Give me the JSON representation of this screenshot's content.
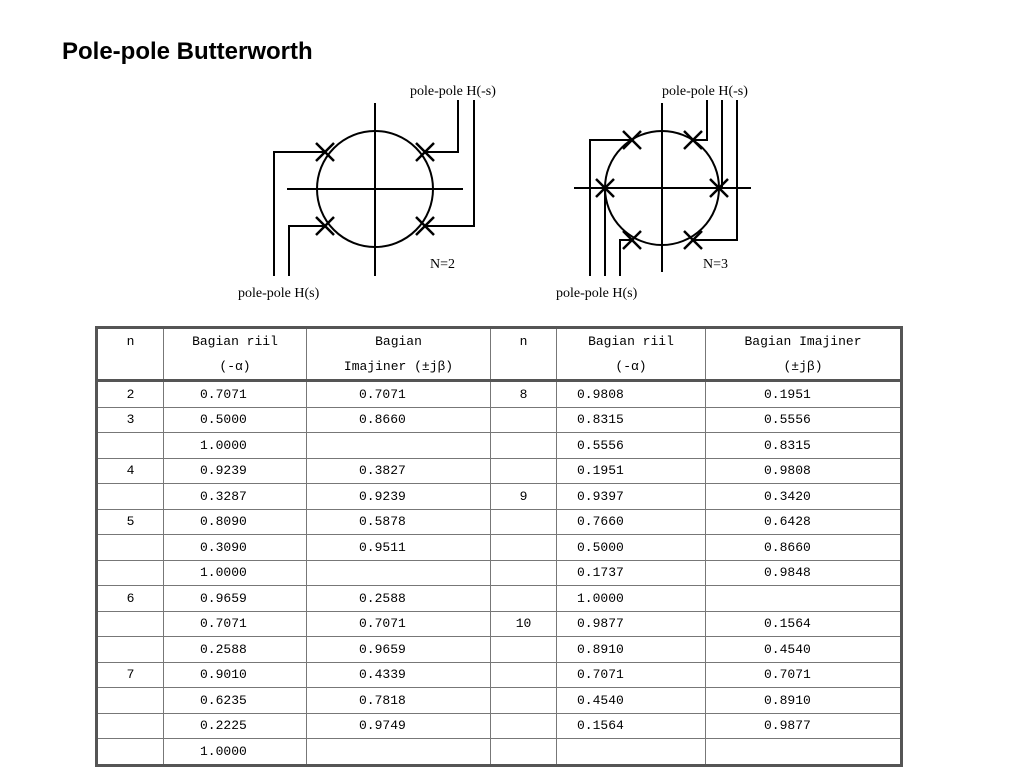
{
  "title": "Pole-pole Butterworth",
  "diagram": {
    "left": {
      "label_top": "pole-pole H(-s)",
      "label_bottom": "pole-pole H(s)",
      "order_label": "N=2"
    },
    "right": {
      "label_top": "pole-pole H(-s)",
      "label_bottom": "pole-pole H(s)",
      "order_label": "N=3"
    }
  },
  "table": {
    "headers": {
      "n": "n",
      "real_line1": "Bagian riil",
      "real_line2": "(-α)",
      "imag_line1": "Bagian",
      "imag_line2": "Imajiner (±jβ)",
      "n2": "n",
      "real2_line1": "Bagian riil",
      "real2_line2": "(-α)",
      "imag2_line1": "Bagian Imajiner",
      "imag2_line2": "(±jβ)"
    },
    "rows": [
      {
        "n": "2",
        "re": "0.7071",
        "im": "0.7071",
        "n2": "8",
        "re2": "0.9808",
        "im2": "0.1951"
      },
      {
        "n": "3",
        "re": "0.5000",
        "im": "0.8660",
        "n2": "",
        "re2": "0.8315",
        "im2": "0.5556"
      },
      {
        "n": "",
        "re": "1.0000",
        "im": "",
        "n2": "",
        "re2": "0.5556",
        "im2": "0.8315"
      },
      {
        "n": "4",
        "re": "0.9239",
        "im": "0.3827",
        "n2": "",
        "re2": "0.1951",
        "im2": "0.9808"
      },
      {
        "n": "",
        "re": "0.3287",
        "im": "0.9239",
        "n2": "9",
        "re2": "0.9397",
        "im2": "0.3420"
      },
      {
        "n": "5",
        "re": "0.8090",
        "im": "0.5878",
        "n2": "",
        "re2": "0.7660",
        "im2": "0.6428"
      },
      {
        "n": "",
        "re": "0.3090",
        "im": "0.9511",
        "n2": "",
        "re2": "0.5000",
        "im2": "0.8660"
      },
      {
        "n": "",
        "re": "1.0000",
        "im": "",
        "n2": "",
        "re2": "0.1737",
        "im2": "0.9848"
      },
      {
        "n": "6",
        "re": "0.9659",
        "im": "0.2588",
        "n2": "",
        "re2": "1.0000",
        "im2": ""
      },
      {
        "n": "",
        "re": "0.7071",
        "im": "0.7071",
        "n2": "10",
        "re2": "0.9877",
        "im2": "0.1564"
      },
      {
        "n": "",
        "re": "0.2588",
        "im": "0.9659",
        "n2": "",
        "re2": "0.8910",
        "im2": "0.4540"
      },
      {
        "n": "7",
        "re": "0.9010",
        "im": "0.4339",
        "n2": "",
        "re2": "0.7071",
        "im2": "0.7071"
      },
      {
        "n": "",
        "re": "0.6235",
        "im": "0.7818",
        "n2": "",
        "re2": "0.4540",
        "im2": "0.8910"
      },
      {
        "n": "",
        "re": "0.2225",
        "im": "0.9749",
        "n2": "",
        "re2": "0.1564",
        "im2": "0.9877"
      },
      {
        "n": "",
        "re": "1.0000",
        "im": "",
        "n2": "",
        "re2": "",
        "im2": ""
      }
    ]
  }
}
